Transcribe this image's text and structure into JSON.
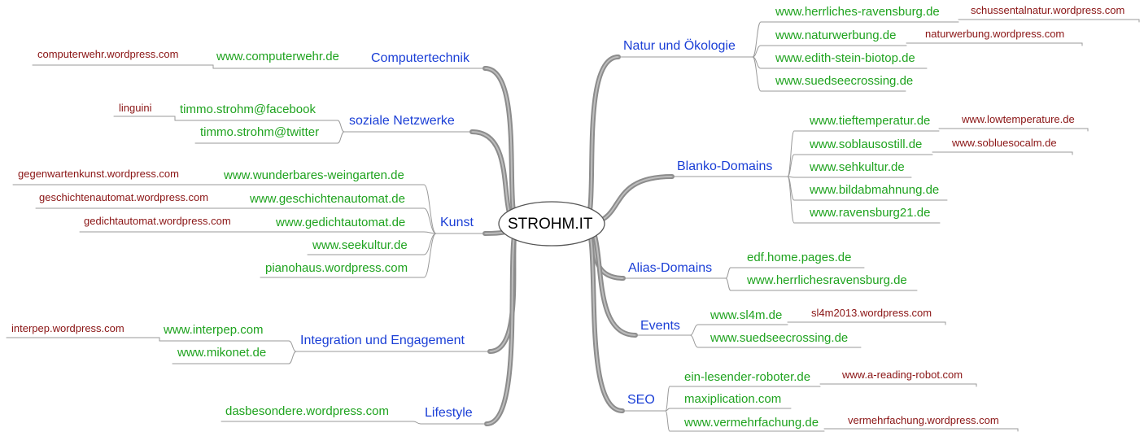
{
  "center": {
    "label": "STROHM.IT"
  },
  "branches": {
    "computertechnik": {
      "label": "Computertechnik",
      "children": [
        {
          "label": "www.computerwehr.de",
          "sub": {
            "label": "computerwehr.wordpress.com"
          }
        }
      ]
    },
    "soziale": {
      "label": "soziale Netzwerke",
      "children": [
        {
          "label": "timmo.strohm@facebook",
          "sub": {
            "label": "linguini"
          }
        },
        {
          "label": "timmo.strohm@twitter"
        }
      ]
    },
    "kunst": {
      "label": "Kunst",
      "children": [
        {
          "label": "www.wunderbares-weingarten.de",
          "sub": {
            "label": "gegenwartenkunst.wordpress.com"
          }
        },
        {
          "label": "www.geschichtenautomat.de",
          "sub": {
            "label": "geschichtenautomat.wordpress.com"
          }
        },
        {
          "label": "www.gedichtautomat.de",
          "sub": {
            "label": "gedichtautomat.wordpress.com"
          }
        },
        {
          "label": "www.seekultur.de"
        },
        {
          "label": "pianohaus.wordpress.com"
        }
      ]
    },
    "integration": {
      "label": "Integration und Engagement",
      "children": [
        {
          "label": "www.interpep.com",
          "sub": {
            "label": "interpep.wordpress.com"
          }
        },
        {
          "label": "www.mikonet.de"
        }
      ]
    },
    "lifestyle": {
      "label": "Lifestyle",
      "children": [
        {
          "label": "dasbesondere.wordpress.com"
        }
      ]
    },
    "natur": {
      "label": "Natur und Ökologie",
      "children": [
        {
          "label": "www.herrliches-ravensburg.de",
          "sub": {
            "label": "schussentalnatur.wordpress.com"
          }
        },
        {
          "label": "www.naturwerbung.de",
          "sub": {
            "label": "naturwerbung.wordpress.com"
          }
        },
        {
          "label": "www.edith-stein-biotop.de"
        },
        {
          "label": "www.suedseecrossing.de"
        }
      ]
    },
    "blanko": {
      "label": "Blanko-Domains",
      "children": [
        {
          "label": "www.tieftemperatur.de",
          "sub": {
            "label": "www.lowtemperature.de"
          }
        },
        {
          "label": "www.soblausostill.de",
          "sub": {
            "label": "www.sobluesocalm.de"
          }
        },
        {
          "label": "www.sehkultur.de"
        },
        {
          "label": "www.bildabmahnung.de"
        },
        {
          "label": "www.ravensburg21.de"
        }
      ]
    },
    "alias": {
      "label": "Alias-Domains",
      "children": [
        {
          "label": "edf.home.pages.de"
        },
        {
          "label": "www.herrlichesravensburg.de"
        }
      ]
    },
    "events": {
      "label": "Events",
      "children": [
        {
          "label": "www.sl4m.de",
          "sub": {
            "label": "sl4m2013.wordpress.com"
          }
        },
        {
          "label": "www.suedseecrossing.de"
        }
      ]
    },
    "seo": {
      "label": "SEO",
      "children": [
        {
          "label": "ein-lesender-roboter.de",
          "sub": {
            "label": "www.a-reading-robot.com"
          }
        },
        {
          "label": "maxiplication.com"
        },
        {
          "label": "www.vermehrfachung.de",
          "sub": {
            "label": "vermehrfachung.wordpress.com"
          }
        }
      ]
    }
  },
  "colors": {
    "level1": "#1b3fd6",
    "level2": "#1fa31f",
    "level3": "#8a1414",
    "connector": "#9a9a9a",
    "thick_connector": "#8c8c8c",
    "center_border": "#555555"
  }
}
